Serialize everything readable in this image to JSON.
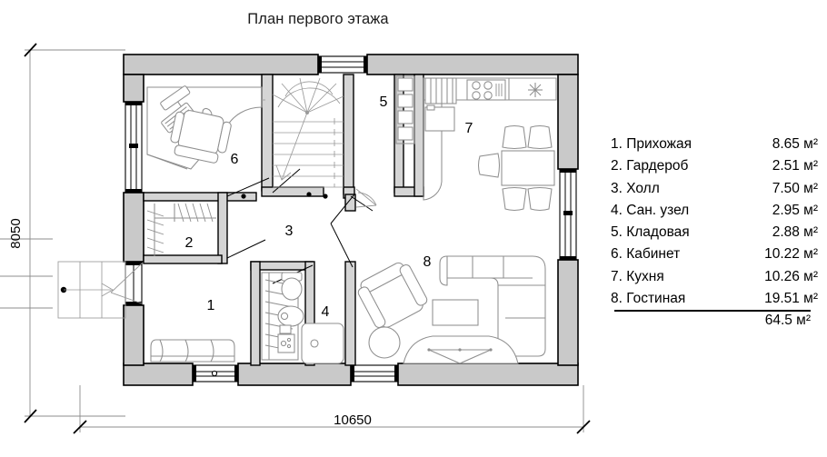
{
  "title": "План первого этажа",
  "dimensions": {
    "width_label": "10650",
    "height_label": "8050",
    "units": "mm"
  },
  "legend": {
    "rows": [
      {
        "index": "1.",
        "name": "Прихожая",
        "label": "1. Прихожая",
        "area": "8.65 м²"
      },
      {
        "index": "2.",
        "name": "Гардероб",
        "label": "2. Гардероб",
        "area": "2.51 м²"
      },
      {
        "index": "3.",
        "name": "Холл",
        "label": "3. Холл",
        "area": "7.50 м²"
      },
      {
        "index": "4.",
        "name": "Сан. узел",
        "label": "4. Сан. узел",
        "area": "2.95 м²"
      },
      {
        "index": "5.",
        "name": "Кладовая",
        "label": "5. Кладовая",
        "area": "2.88 м²"
      },
      {
        "index": "6.",
        "name": "Кабинет",
        "label": "6. Кабинет",
        "area": "10.22 м²"
      },
      {
        "index": "7.",
        "name": "Кухня",
        "label": "7. Кухня",
        "area": "10.26 м²"
      },
      {
        "index": "8.",
        "name": "Гостиная",
        "label": "8. Гостиная",
        "area": "19.51 м²"
      }
    ],
    "total": "64.5 м²"
  },
  "room_markers": [
    {
      "id": "1",
      "label": "1"
    },
    {
      "id": "2",
      "label": "2"
    },
    {
      "id": "3",
      "label": "3"
    },
    {
      "id": "4",
      "label": "4"
    },
    {
      "id": "5",
      "label": "5"
    },
    {
      "id": "6",
      "label": "6"
    },
    {
      "id": "7",
      "label": "7"
    },
    {
      "id": "8",
      "label": "8"
    }
  ],
  "colors": {
    "wall_fill": "#c9c9c9",
    "wall_stroke": "#000000",
    "furniture_stroke": "#8a8a8a",
    "dimension_line": "#8c8c8c",
    "text": "#000000",
    "background": "#ffffff"
  }
}
